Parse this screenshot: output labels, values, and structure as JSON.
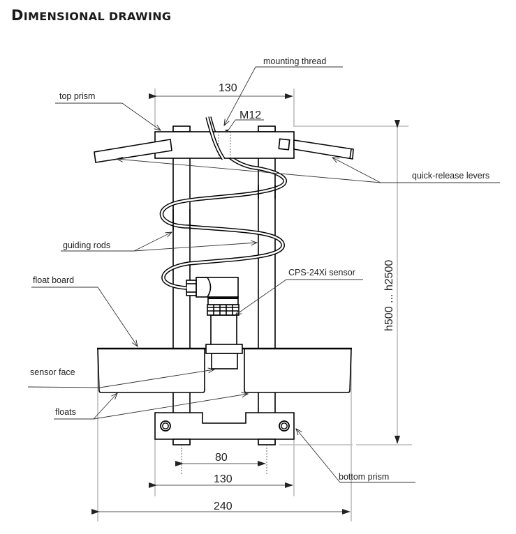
{
  "title": {
    "first_letter": "D",
    "rest": "IMENSIONAL DRAWING"
  },
  "labels": {
    "mounting_thread": "mounting thread",
    "top_prism": "top prism",
    "m12": "M12",
    "quick_release_levers": "quick-release levers",
    "guiding_rods": "guiding rods",
    "cps_sensor": "CPS-24Xi sensor",
    "float_board": "float board",
    "sensor_face": "sensor face",
    "floats": "floats",
    "bottom_prism": "bottom prism"
  },
  "dimensions": {
    "top_width": "130",
    "height_range": "h500 ... h2500",
    "rod_spacing": "80",
    "bottom_width": "130",
    "overall_width": "240"
  }
}
